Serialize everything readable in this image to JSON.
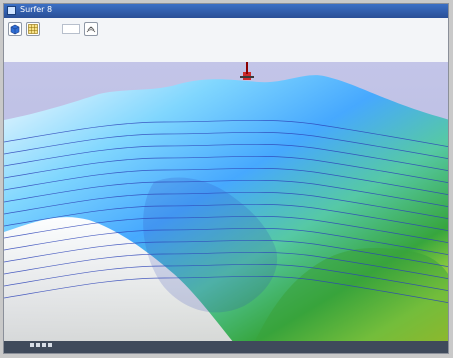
{
  "window": {
    "title": "Surfer 8"
  },
  "toolbar": {
    "zoom_value": "",
    "buttons": [
      {
        "name": "view-3d-button",
        "icon": "cube-icon",
        "color": "#2f6fd6"
      },
      {
        "name": "grid-button",
        "icon": "grid-icon",
        "color": "#d7b000"
      },
      {
        "name": "contour-button",
        "icon": "contour-icon",
        "color": "#7a7a7a"
      }
    ]
  },
  "status": {
    "text": ""
  },
  "colors": {
    "sky": "#b5b8dd",
    "terrain_low": "#ffffff",
    "terrain_mid": "#55c6ff",
    "terrain_high": "#2a7d2a",
    "terrain_peak": "#ffd200",
    "contour_lines": "#2d43b8"
  }
}
